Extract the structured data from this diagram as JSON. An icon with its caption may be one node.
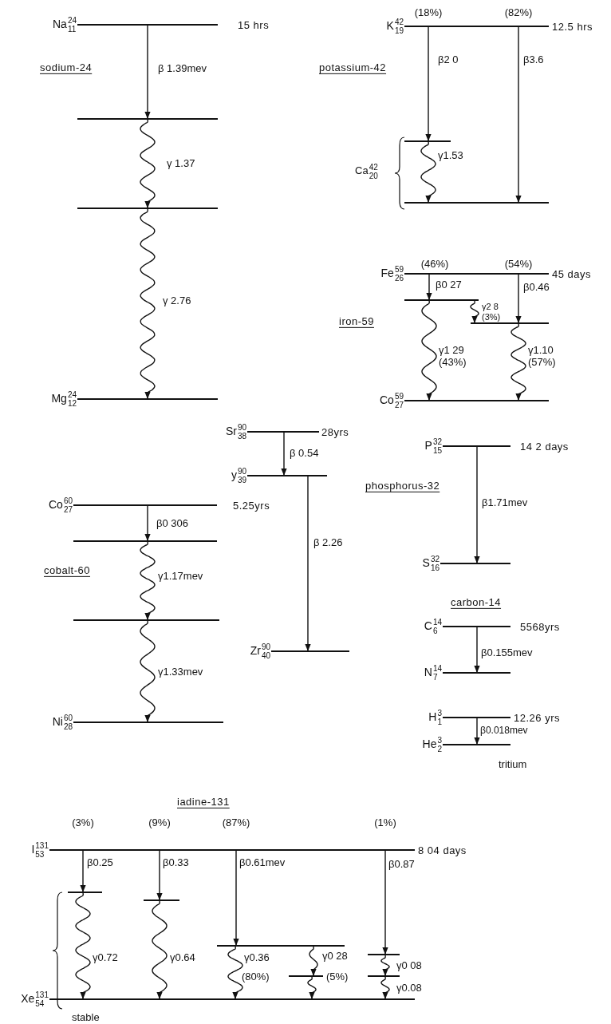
{
  "diagram": {
    "nodes": [
      {
        "text": [
          "Na$^{24}$$_{11}$"
        ],
        "beside": [
          "15 hrs"
        ]
      },
      {
        "text": [],
        "shape": "bar"
      },
      {
        "text": [],
        "shape": "bar"
      },
      {
        "text": [
          "Mg$^{24}$$_{12}$"
        ]
      },
      {
        "text": [
          "K$^{42}$$_{19}$"
        ],
        "beside": [
          "12.5 hrs"
        ]
      },
      {
        "text": [],
        "shape": "bar"
      },
      {
        "text": [],
        "shape": "bar"
      },
      {
        "text": [
          "Fe$^{59}$$_{26}$"
        ],
        "beside": [
          "45 days"
        ]
      },
      {
        "text": [],
        "shape": "bar"
      },
      {
        "text": [],
        "shape": "bar"
      },
      {
        "text": [
          "Co$^{59}$$_{27}$"
        ]
      },
      {
        "text": [
          "Sr$^{90}$$_{38}$"
        ],
        "beside": [
          "28yrs"
        ]
      },
      {
        "text": [
          "y$^{90}$$_{39}$"
        ]
      },
      {
        "text": [
          "Zr$^{90}$$_{40}$"
        ]
      },
      {
        "text": [
          "Co$^{60}$$_{27}$"
        ],
        "beside": [
          "5.25yrs"
        ]
      },
      {
        "text": [],
        "shape": "bar"
      },
      {
        "text": [],
        "shape": "bar"
      },
      {
        "text": [
          "Ni$^{60}$$_{28}$"
        ]
      },
      {
        "text": [
          "P$^{32}$$_{15}$"
        ],
        "beside": [
          "14 2 days"
        ]
      },
      {
        "text": [
          "S$^{32}$$_{16}$"
        ]
      },
      {
        "text": [
          "C$^{14}$$_{6}$"
        ],
        "beside": [
          "5568yrs"
        ]
      },
      {
        "text": [
          "N$^{14}$$_{7}$"
        ]
      },
      {
        "text": [
          "H$^{3}$$_{1}$"
        ],
        "beside": [
          "12.26 yrs"
        ]
      },
      {
        "text": [
          "He$^{3}$$_{2}$"
        ]
      },
      {
        "text": [
          "I$^{131}$$_{53}$"
        ],
        "beside": [
          "8 04 days"
        ]
      },
      {
        "text": [],
        "shape": "bar"
      },
      {
        "text": [],
        "shape": "bar"
      },
      {
        "text": [],
        "shape": "bar"
      },
      {
        "text": [],
        "shape": "bar"
      },
      {
        "text": [],
        "shape": "bar"
      },
      {
        "text": [],
        "shape": "bar"
      },
      {
        "text": [
          "Xe$^{131}$$_{54}$"
        ]
      }
    ],
    "edges": [
      {
        "from": 0,
        "to": 1,
        "arrow": "to",
        "label": "β 1.39mev"
      },
      {
        "from": 1,
        "to": 2,
        "arrow": "to",
        "label": "γ 1.37"
      },
      {
        "from": 2,
        "to": 3,
        "arrow": "to",
        "label": "γ 2.76"
      },
      {
        "from": 4,
        "to": 5,
        "arrow": "to",
        "label": "β2 0"
      },
      {
        "from": 4,
        "to": 6,
        "arrow": "to",
        "label": "β3.6"
      },
      {
        "from": 5,
        "to": 6,
        "arrow": "to",
        "label": "γ1.53"
      },
      {
        "from": 7,
        "to": 8,
        "arrow": "to",
        "label": "β0 27"
      },
      {
        "from": 7,
        "to": 9,
        "arrow": "to",
        "label": "β0.46"
      },
      {
        "from": 8,
        "to": 9,
        "arrow": "to",
        "label": "γ2 8 (3%)"
      },
      {
        "from": 8,
        "to": 10,
        "arrow": "to",
        "label": "γ1 29 (43%)"
      },
      {
        "from": 9,
        "to": 10,
        "arrow": "to",
        "label": "γ1.10 (57%)"
      },
      {
        "from": 11,
        "to": 12,
        "arrow": "to",
        "label": "β 0.54"
      },
      {
        "from": 12,
        "to": 13,
        "arrow": "to",
        "label": "β 2.26"
      },
      {
        "from": 14,
        "to": 15,
        "arrow": "to",
        "label": "β0 306"
      },
      {
        "from": 15,
        "to": 16,
        "arrow": "to",
        "label": "γ1.17mev"
      },
      {
        "from": 16,
        "to": 17,
        "arrow": "to",
        "label": "γ1.33mev"
      },
      {
        "from": 18,
        "to": 19,
        "arrow": "to",
        "label": "β1.71mev"
      },
      {
        "from": 20,
        "to": 21,
        "arrow": "to",
        "label": "β0.155mev"
      },
      {
        "from": 22,
        "to": 23,
        "arrow": "to",
        "label": "β0.018mev"
      },
      {
        "from": 24,
        "to": 25,
        "arrow": "to",
        "label": "β0.25"
      },
      {
        "from": 24,
        "to": 26,
        "arrow": "to",
        "label": "β0.33"
      },
      {
        "from": 24,
        "to": 27,
        "arrow": "to",
        "label": "β0.61mev"
      },
      {
        "from": 24,
        "to": 28,
        "arrow": "to",
        "label": "β0.87"
      },
      {
        "from": 25,
        "to": 31,
        "arrow": "to",
        "label": "γ0.72"
      },
      {
        "from": 26,
        "to": 31,
        "arrow": "to",
        "label": "γ0.64"
      },
      {
        "from": 27,
        "to": 31,
        "arrow": "to",
        "label": "γ0.36"
      },
      {
        "from": 27,
        "to": 29,
        "arrow": "to",
        "label": "γ0 28"
      },
      {
        "from": 29,
        "to": 31,
        "arrow": "to"
      },
      {
        "from": 28,
        "to": 30,
        "arrow": "to",
        "label": "γ0 08"
      },
      {
        "from": 30,
        "to": 31,
        "arrow": "to",
        "label": "γ0.08"
      }
    ],
    "labels": [
      "(18%)",
      "(82%)",
      "sodium-24",
      "potassium-42",
      "Ca$^{42}$$_{20}$",
      "(46%)",
      "(54%)",
      "iron-59",
      "cobalt-60",
      "phosphorus-32",
      "carbon-14",
      "tritium",
      "iadine-131",
      "(3%)",
      "(9%)",
      "(87%)",
      "(1%)",
      "(80%)",
      "(5%)",
      "stable"
    ]
  }
}
